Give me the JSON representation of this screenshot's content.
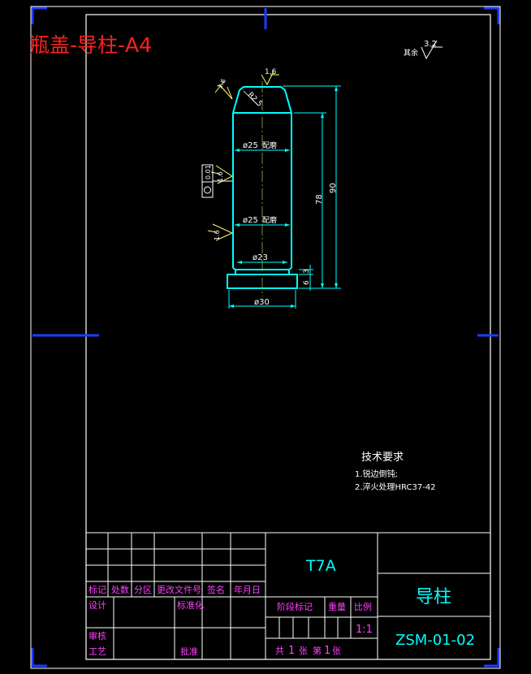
{
  "drawing_name": "瓶盖-导柱-A4",
  "roughness_note": {
    "label": "其余",
    "value": "3.2"
  },
  "part_dims": {
    "dia_top": "ø25",
    "fit_top": "配磨",
    "dia_mid": "ø25",
    "fit_mid": "配磨",
    "dia_neck": "ø23",
    "dia_base": "ø30",
    "len_78": "78",
    "len_90": "90",
    "len_6": "6",
    "len_3": "3",
    "radius": "R2.5",
    "rough_top": "1.6",
    "rough_chamfer": "1.6",
    "rough_a": "1.6",
    "rough_b": "1.6",
    "tolerance": "0.01"
  },
  "tech_req": {
    "title": "技术要求",
    "items": [
      "1.锐边倒钝;",
      "2.淬火处理HRC37-42"
    ]
  },
  "title_block": {
    "h_mark": "标记",
    "h_qty": "处数",
    "h_zone": "分区",
    "h_doc": "更改文件号",
    "h_sign": "签名",
    "h_date": "年月日",
    "design": "设计",
    "standard": "标准化",
    "review": "审核",
    "process": "工艺",
    "approve": "批准",
    "stage_mark": "阶段标记",
    "weight": "重量",
    "scale_label": "比例",
    "scale": "1:1",
    "material": "T7A",
    "part_name": "导柱",
    "drawing_no": "ZSM-01-02",
    "total_prefix": "共",
    "total": "1",
    "sheet_unit_a": "张",
    "sheet_prefix": "第",
    "sheet": "1",
    "sheet_unit_b": "张"
  }
}
